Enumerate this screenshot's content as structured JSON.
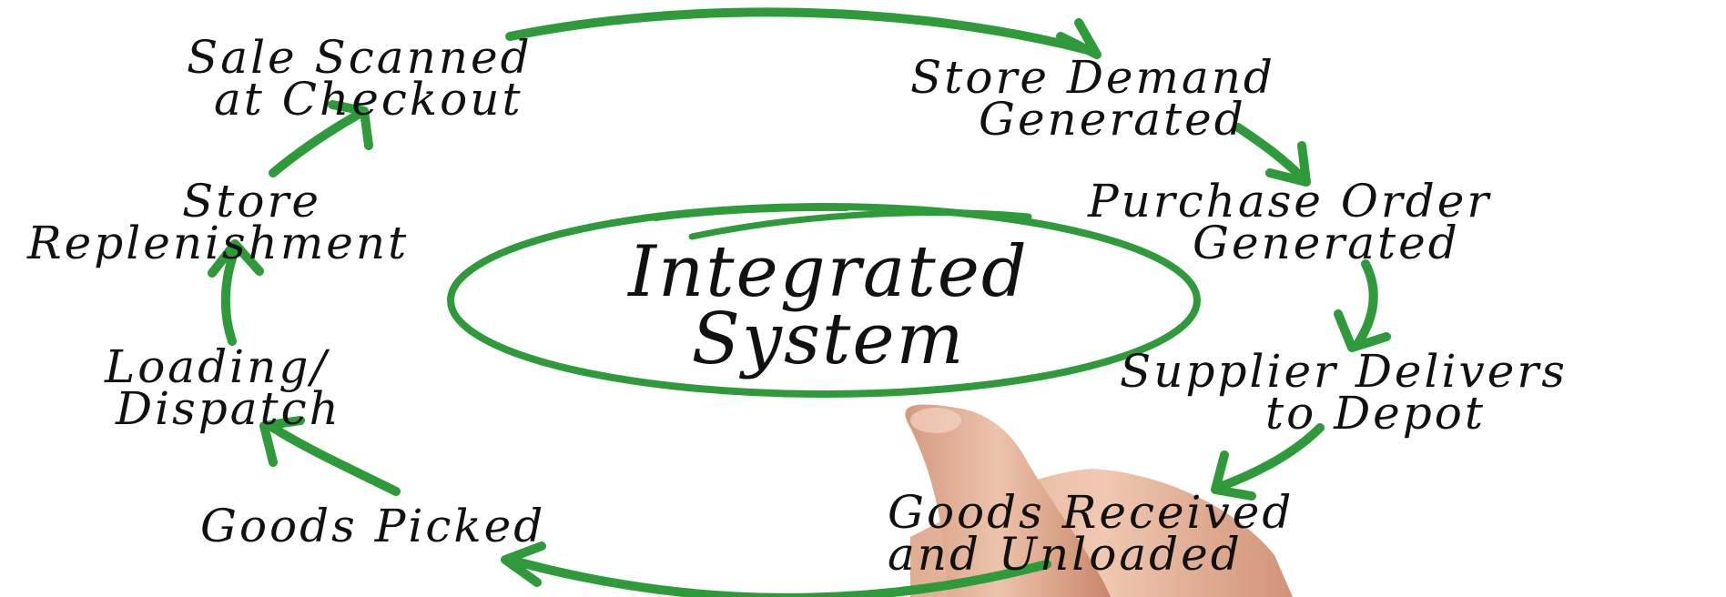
{
  "diagram": {
    "center": {
      "line1": "Integrated",
      "line2": "System"
    },
    "steps": [
      {
        "line1": "Sale Scanned",
        "line2": "at Checkout"
      },
      {
        "line1": "Store Demand",
        "line2": "Generated"
      },
      {
        "line1": "Purchase Order",
        "line2": "Generated"
      },
      {
        "line1": "Supplier Delivers",
        "line2": "to Depot"
      },
      {
        "line1": "Goods Received",
        "line2": "and Unloaded"
      },
      {
        "line1": "Goods Picked",
        "line2": ""
      },
      {
        "line1": "Loading/",
        "line2": "Dispatch"
      },
      {
        "line1": "Store",
        "line2": "Replenishment"
      }
    ],
    "colors": {
      "arrow": "#2e9a3a",
      "text": "#111111",
      "skin": "#e6b196"
    }
  }
}
